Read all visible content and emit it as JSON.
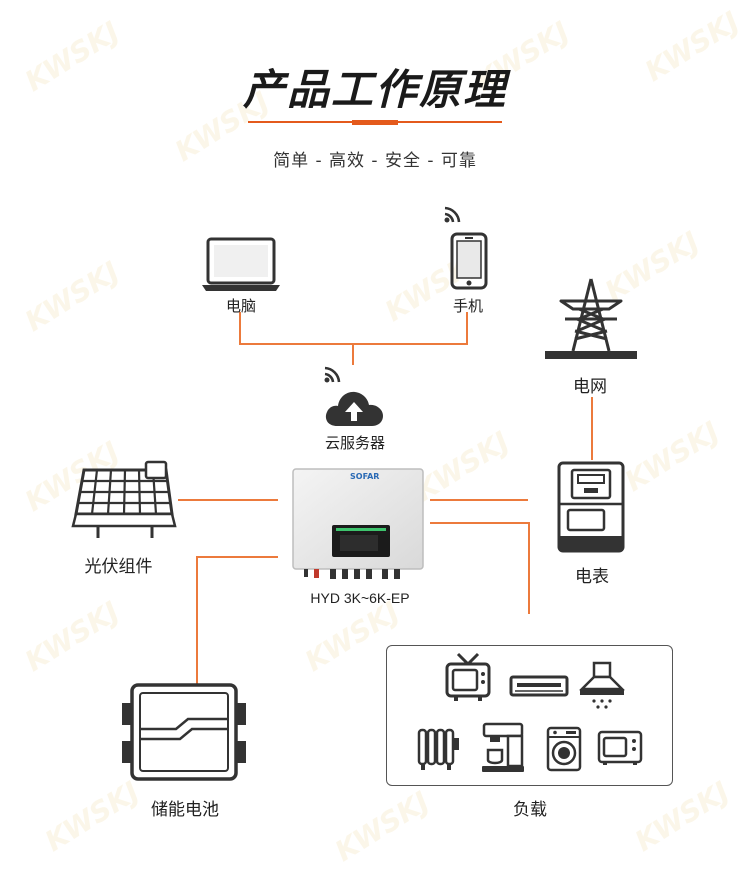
{
  "header": {
    "title": "产品工作原理",
    "subtitle": "简单 - 高效 - 安全 - 可靠"
  },
  "nodes": {
    "computer": "电脑",
    "phone": "手机",
    "cloud": "云服务器",
    "grid": "电网",
    "pv": "光伏组件",
    "meter": "电表",
    "inverter_model": "HYD 3K~6K-EP",
    "inverter_brand": "SOFAR",
    "battery": "储能电池",
    "loads": "负载"
  },
  "watermark": "KWSKJ",
  "colors": {
    "accent": "#e45a1c",
    "wire": "#ec7a3c",
    "icon": "#333333"
  }
}
